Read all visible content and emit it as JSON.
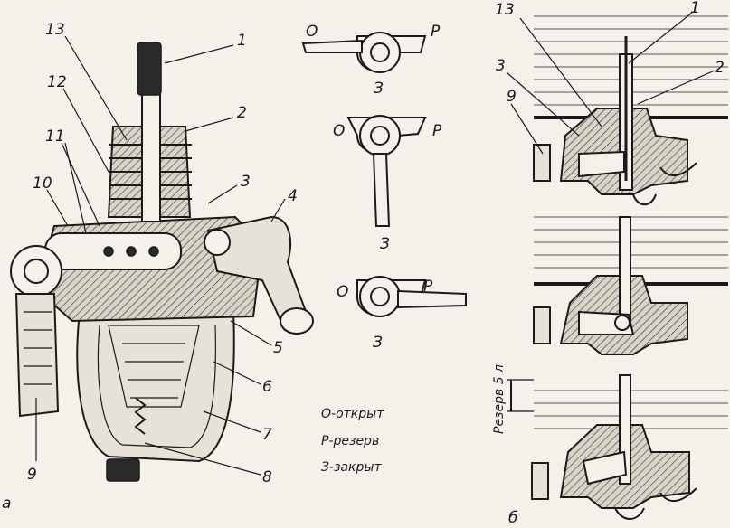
{
  "diagram": {
    "part_numbers": [
      "1",
      "2",
      "3",
      "4",
      "5",
      "6",
      "7",
      "8",
      "9",
      "10",
      "11",
      "12",
      "13"
    ],
    "section_labels": {
      "a": "а",
      "b": "б"
    },
    "positions": {
      "open": "О",
      "reserve": "Р",
      "closed": "З"
    },
    "legend": [
      "О-открыт",
      "Р-резерв",
      "З-закрыт"
    ],
    "reserve_label": "Резерв 5 л",
    "section_numbers": [
      "13",
      "1",
      "3",
      "2",
      "9"
    ]
  }
}
